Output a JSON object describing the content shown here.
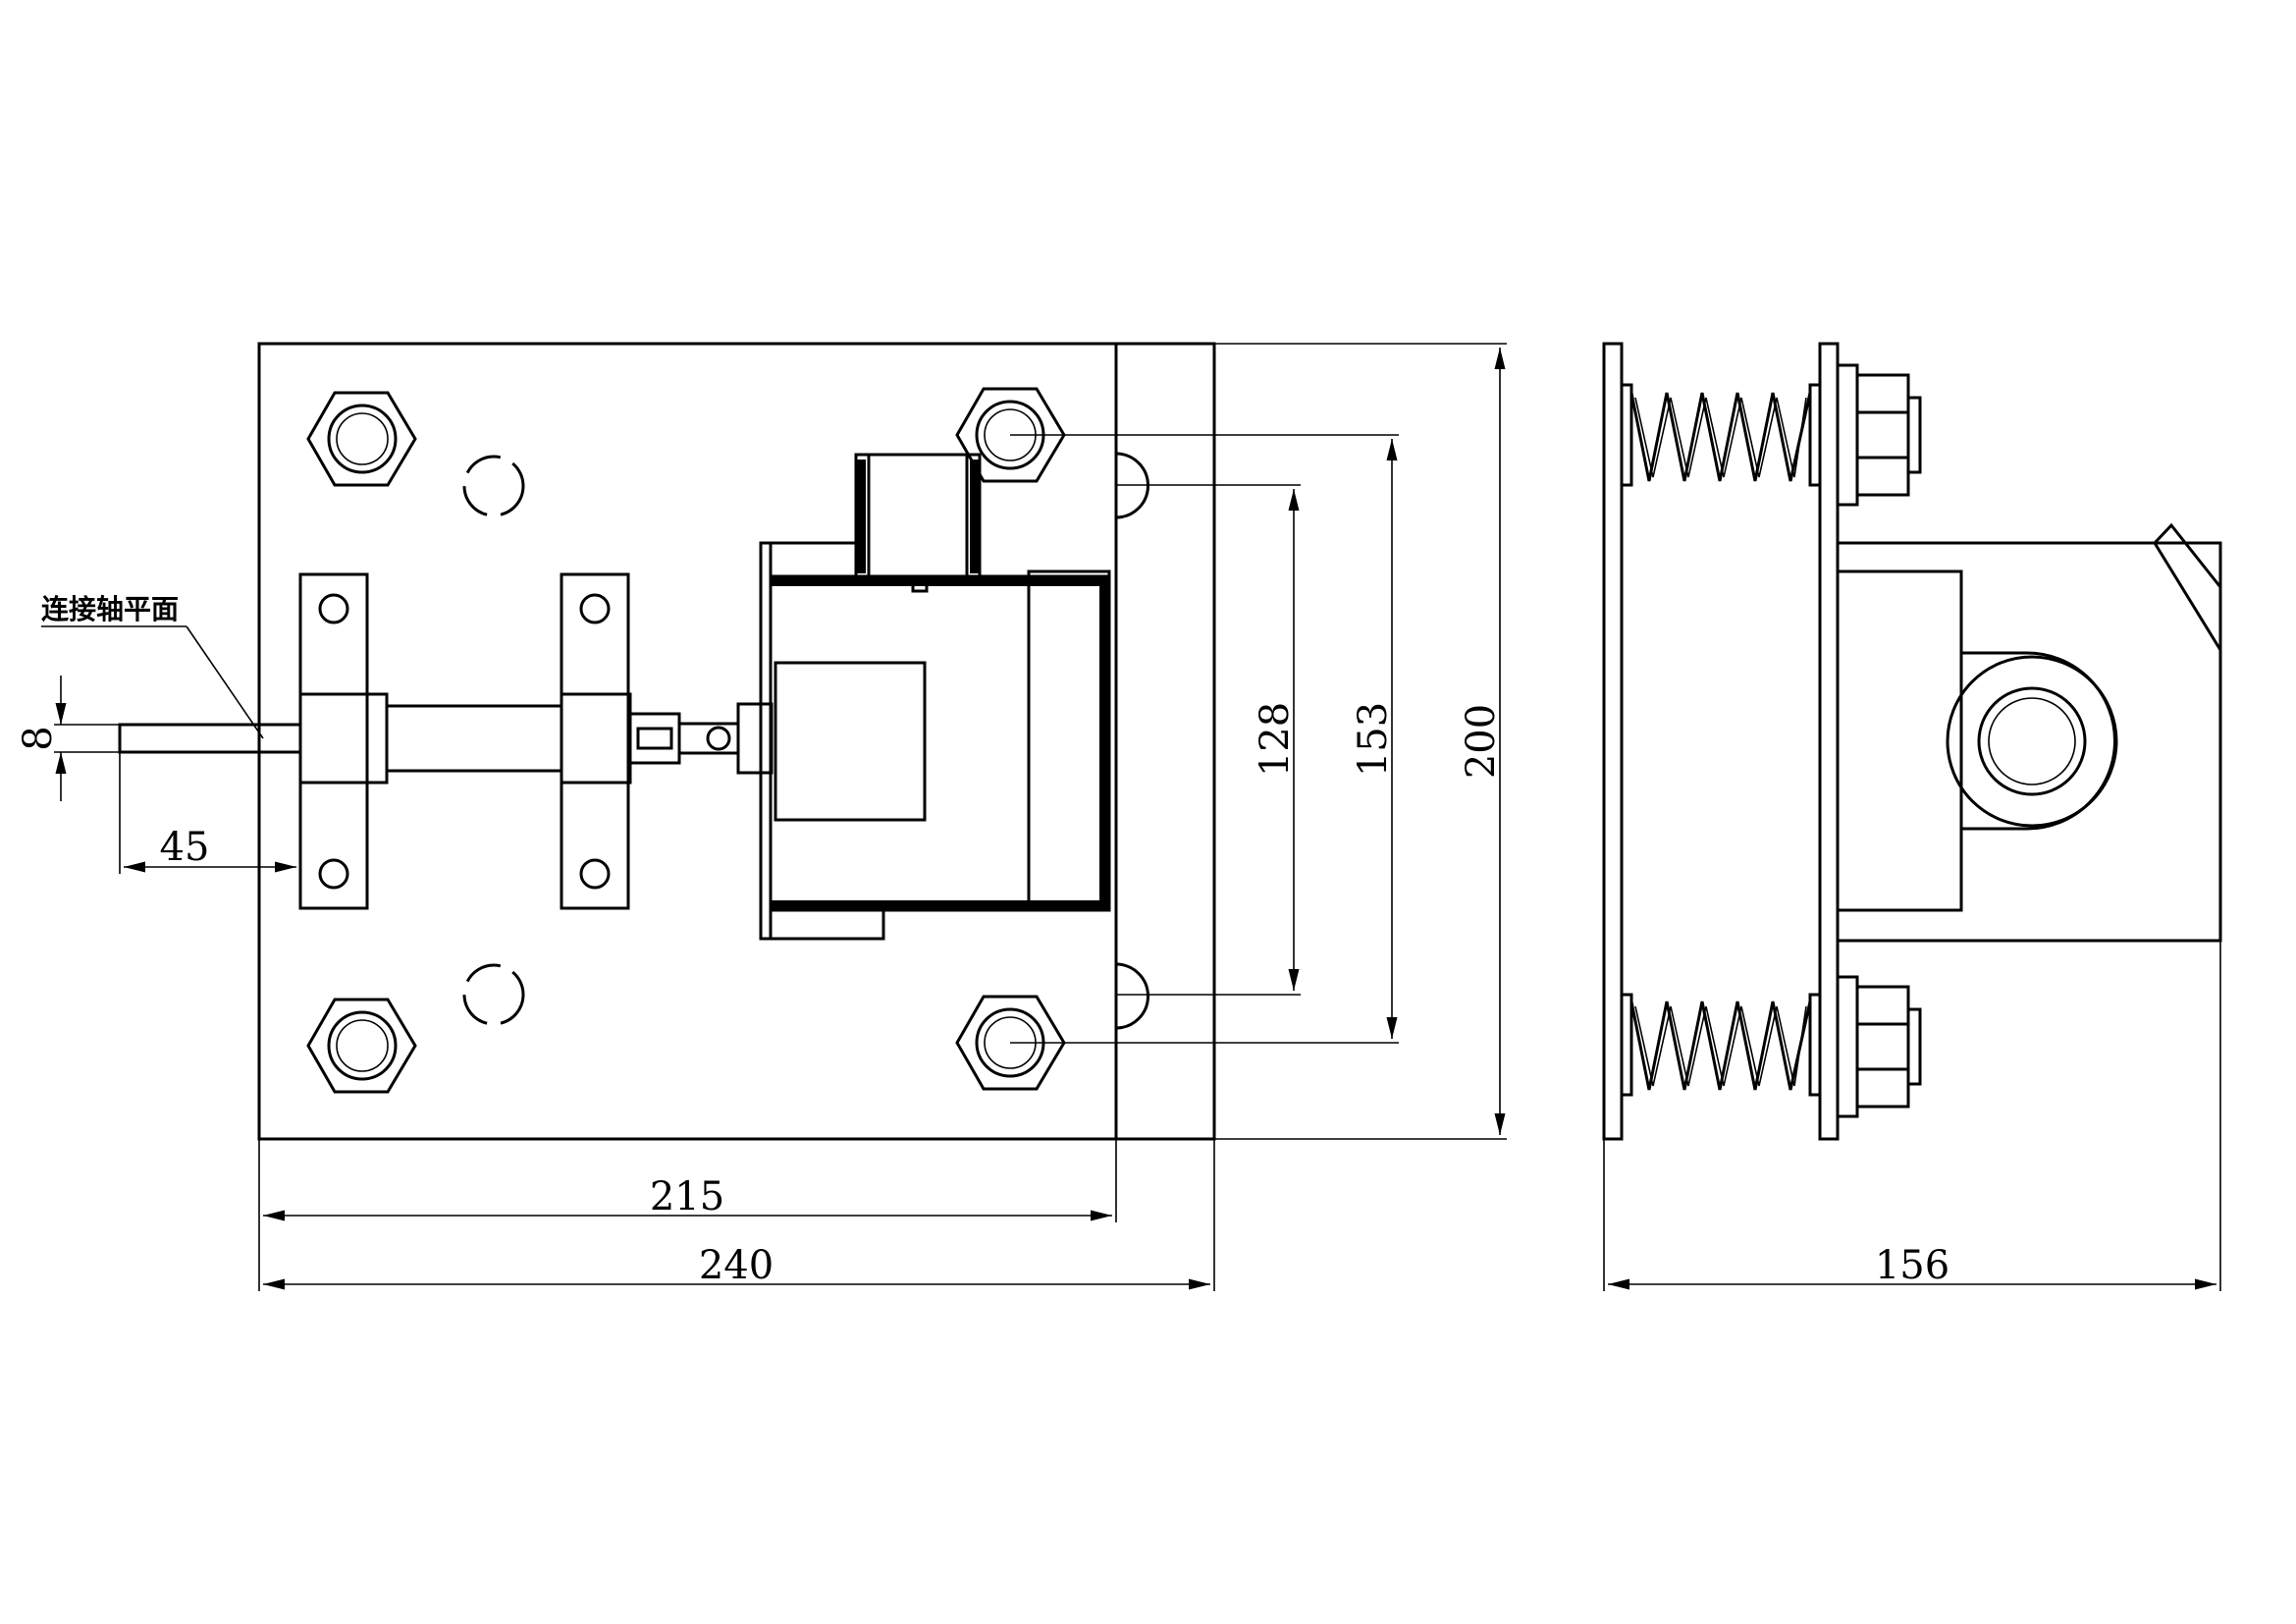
{
  "annotation": {
    "text": "连接轴平面"
  },
  "dimensions": {
    "shaft_width": "8",
    "shaft_length": "45",
    "inner_width": "215",
    "total_width": "240",
    "hole_spacing_small": "128",
    "hole_spacing_large": "153",
    "total_height": "200",
    "side_depth": "156"
  },
  "colors": {
    "line": "#000000",
    "background": "#ffffff"
  }
}
